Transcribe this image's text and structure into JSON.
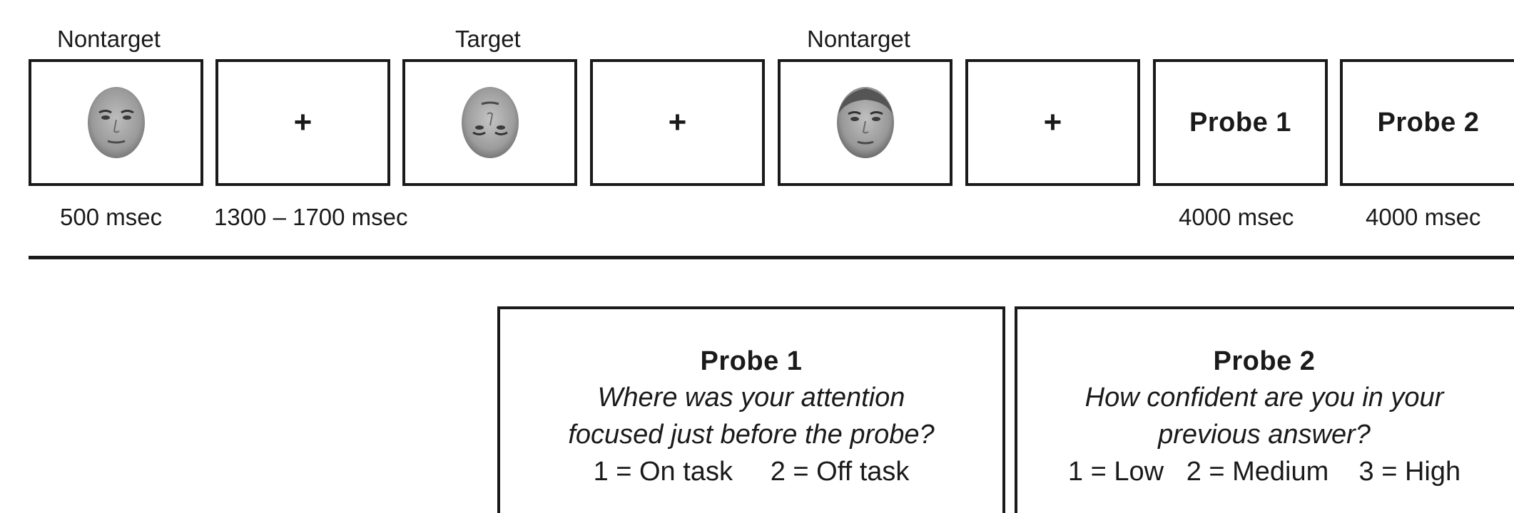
{
  "top_labels": [
    "Nontarget",
    "Target",
    "Nontarget"
  ],
  "frames": {
    "fixation": "+",
    "probe1": "Probe 1",
    "probe2": "Probe 2"
  },
  "durations": {
    "face": "500 msec",
    "fixation": "1300 – 1700 msec",
    "probe1": "4000 msec",
    "probe2": "4000 msec"
  },
  "probe_boxes": [
    {
      "title": "Probe 1",
      "question_lines": [
        "Where was your attention",
        "focused just before the probe?"
      ],
      "options": "1 = On task     2 = Off task"
    },
    {
      "title": "Probe 2",
      "question_lines": [
        "How confident are you in your",
        "previous answer?"
      ],
      "options": "1 = Low   2 = Medium    3 = High"
    }
  ],
  "icons": [
    "face-nontarget-icon",
    "face-target-inverted-icon",
    "face-nontarget-icon"
  ]
}
